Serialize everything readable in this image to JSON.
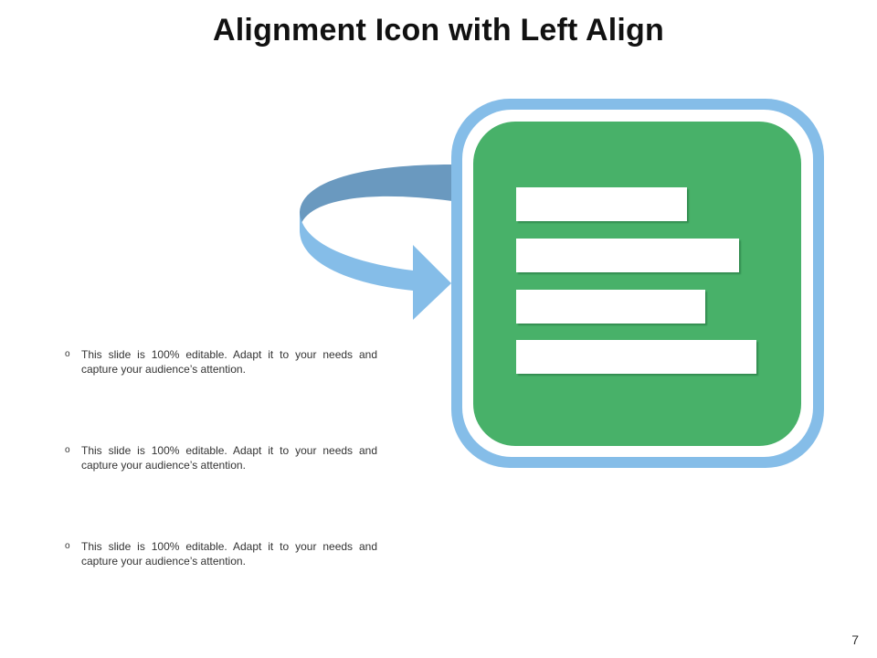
{
  "slide": {
    "title": "Alignment Icon with Left Align",
    "bullets": [
      {
        "marker": "o",
        "text": "This slide is 100% editable. Adapt it to your needs and capture your audience’s attention."
      },
      {
        "marker": "o",
        "text": "This slide is 100% editable. Adapt it to your needs and capture your audience’s attention."
      },
      {
        "marker": "o",
        "text": "This slide is 100% editable. Adapt it to your needs and capture your audience’s attention."
      }
    ],
    "page_number": "7"
  },
  "icons": {
    "arrow": "curved-arrow-icon",
    "align": "left-align-icon"
  },
  "colors": {
    "frame_blue": "#85BDE8",
    "arrow_dark_blue": "#6A99BF",
    "icon_green": "#48B169",
    "bar_white": "#FFFFFF"
  }
}
